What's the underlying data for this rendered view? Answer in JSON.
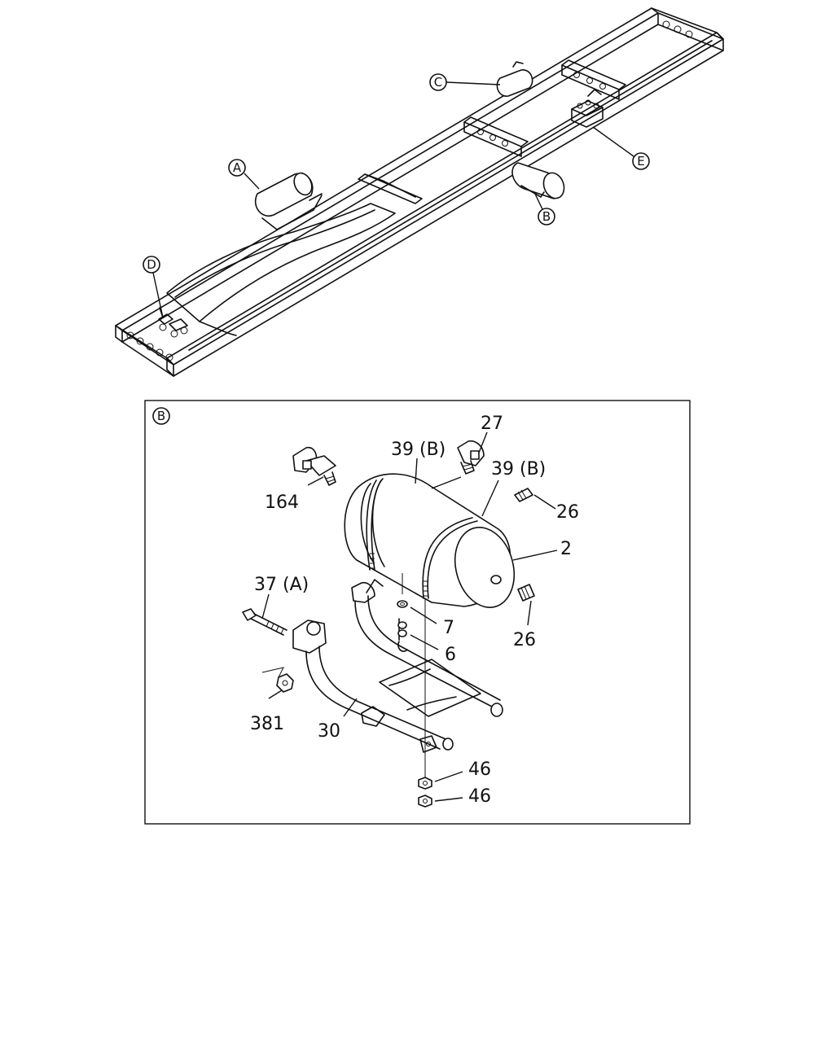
{
  "overview": {
    "callouts": [
      {
        "id": "A",
        "text": "A"
      },
      {
        "id": "B",
        "text": "B"
      },
      {
        "id": "C",
        "text": "C"
      },
      {
        "id": "D",
        "text": "D"
      },
      {
        "id": "E",
        "text": "E"
      }
    ]
  },
  "detail": {
    "view_marker": "B",
    "parts": [
      {
        "id": "p27",
        "text": "27"
      },
      {
        "id": "p39b-1",
        "text": "39 (B)"
      },
      {
        "id": "p39b-2",
        "text": "39 (B)"
      },
      {
        "id": "p164",
        "text": "164"
      },
      {
        "id": "p26-top",
        "text": "26"
      },
      {
        "id": "p2",
        "text": "2"
      },
      {
        "id": "p37a",
        "text": "37 (A)"
      },
      {
        "id": "p7",
        "text": "7"
      },
      {
        "id": "p6",
        "text": "6"
      },
      {
        "id": "p26-bot",
        "text": "26"
      },
      {
        "id": "p381",
        "text": "381"
      },
      {
        "id": "p30",
        "text": "30"
      },
      {
        "id": "p46-1",
        "text": "46"
      },
      {
        "id": "p46-2",
        "text": "46"
      }
    ]
  }
}
